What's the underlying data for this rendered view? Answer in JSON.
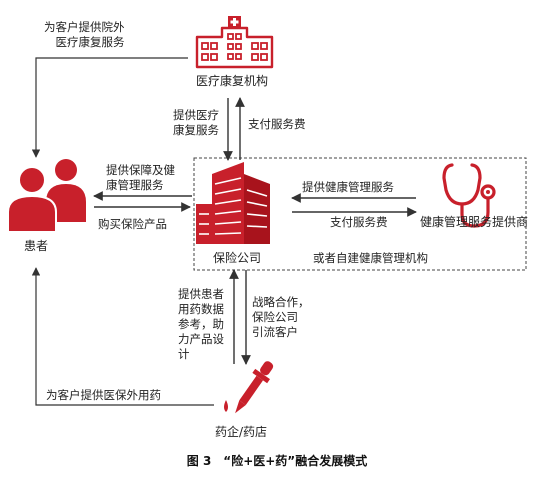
{
  "nodes": {
    "hospital": "医疗康复机构",
    "patient": "患者",
    "insurer": "保险公司",
    "health_provider": "健康管理服务提供商",
    "pharma": "药企/药店"
  },
  "edges": {
    "hospital_to_patient": "为客户提供院外\n医疗康复服务",
    "hospital_to_insurer": "提供医疗\n康复服务",
    "insurer_to_hospital": "支付服务费",
    "insurer_to_patient": "提供保障及健\n康管理服务",
    "patient_to_insurer": "购买保险产品",
    "provider_to_insurer": "提供健康管理服务",
    "insurer_to_provider": "支付服务费",
    "pharma_to_insurer": "提供患者\n用药数据\n参考，助\n力产品设\n计",
    "insurer_to_pharma": "战略合作，\n保险公司\n引流客户",
    "pharma_to_patient": "为客户提供医保外用药"
  },
  "self_built_note": "或者自建健康管理机构",
  "caption": "图 3　“险+医+药”融合发展模式",
  "colors": {
    "accent": "#c8202b",
    "line": "#333333"
  }
}
